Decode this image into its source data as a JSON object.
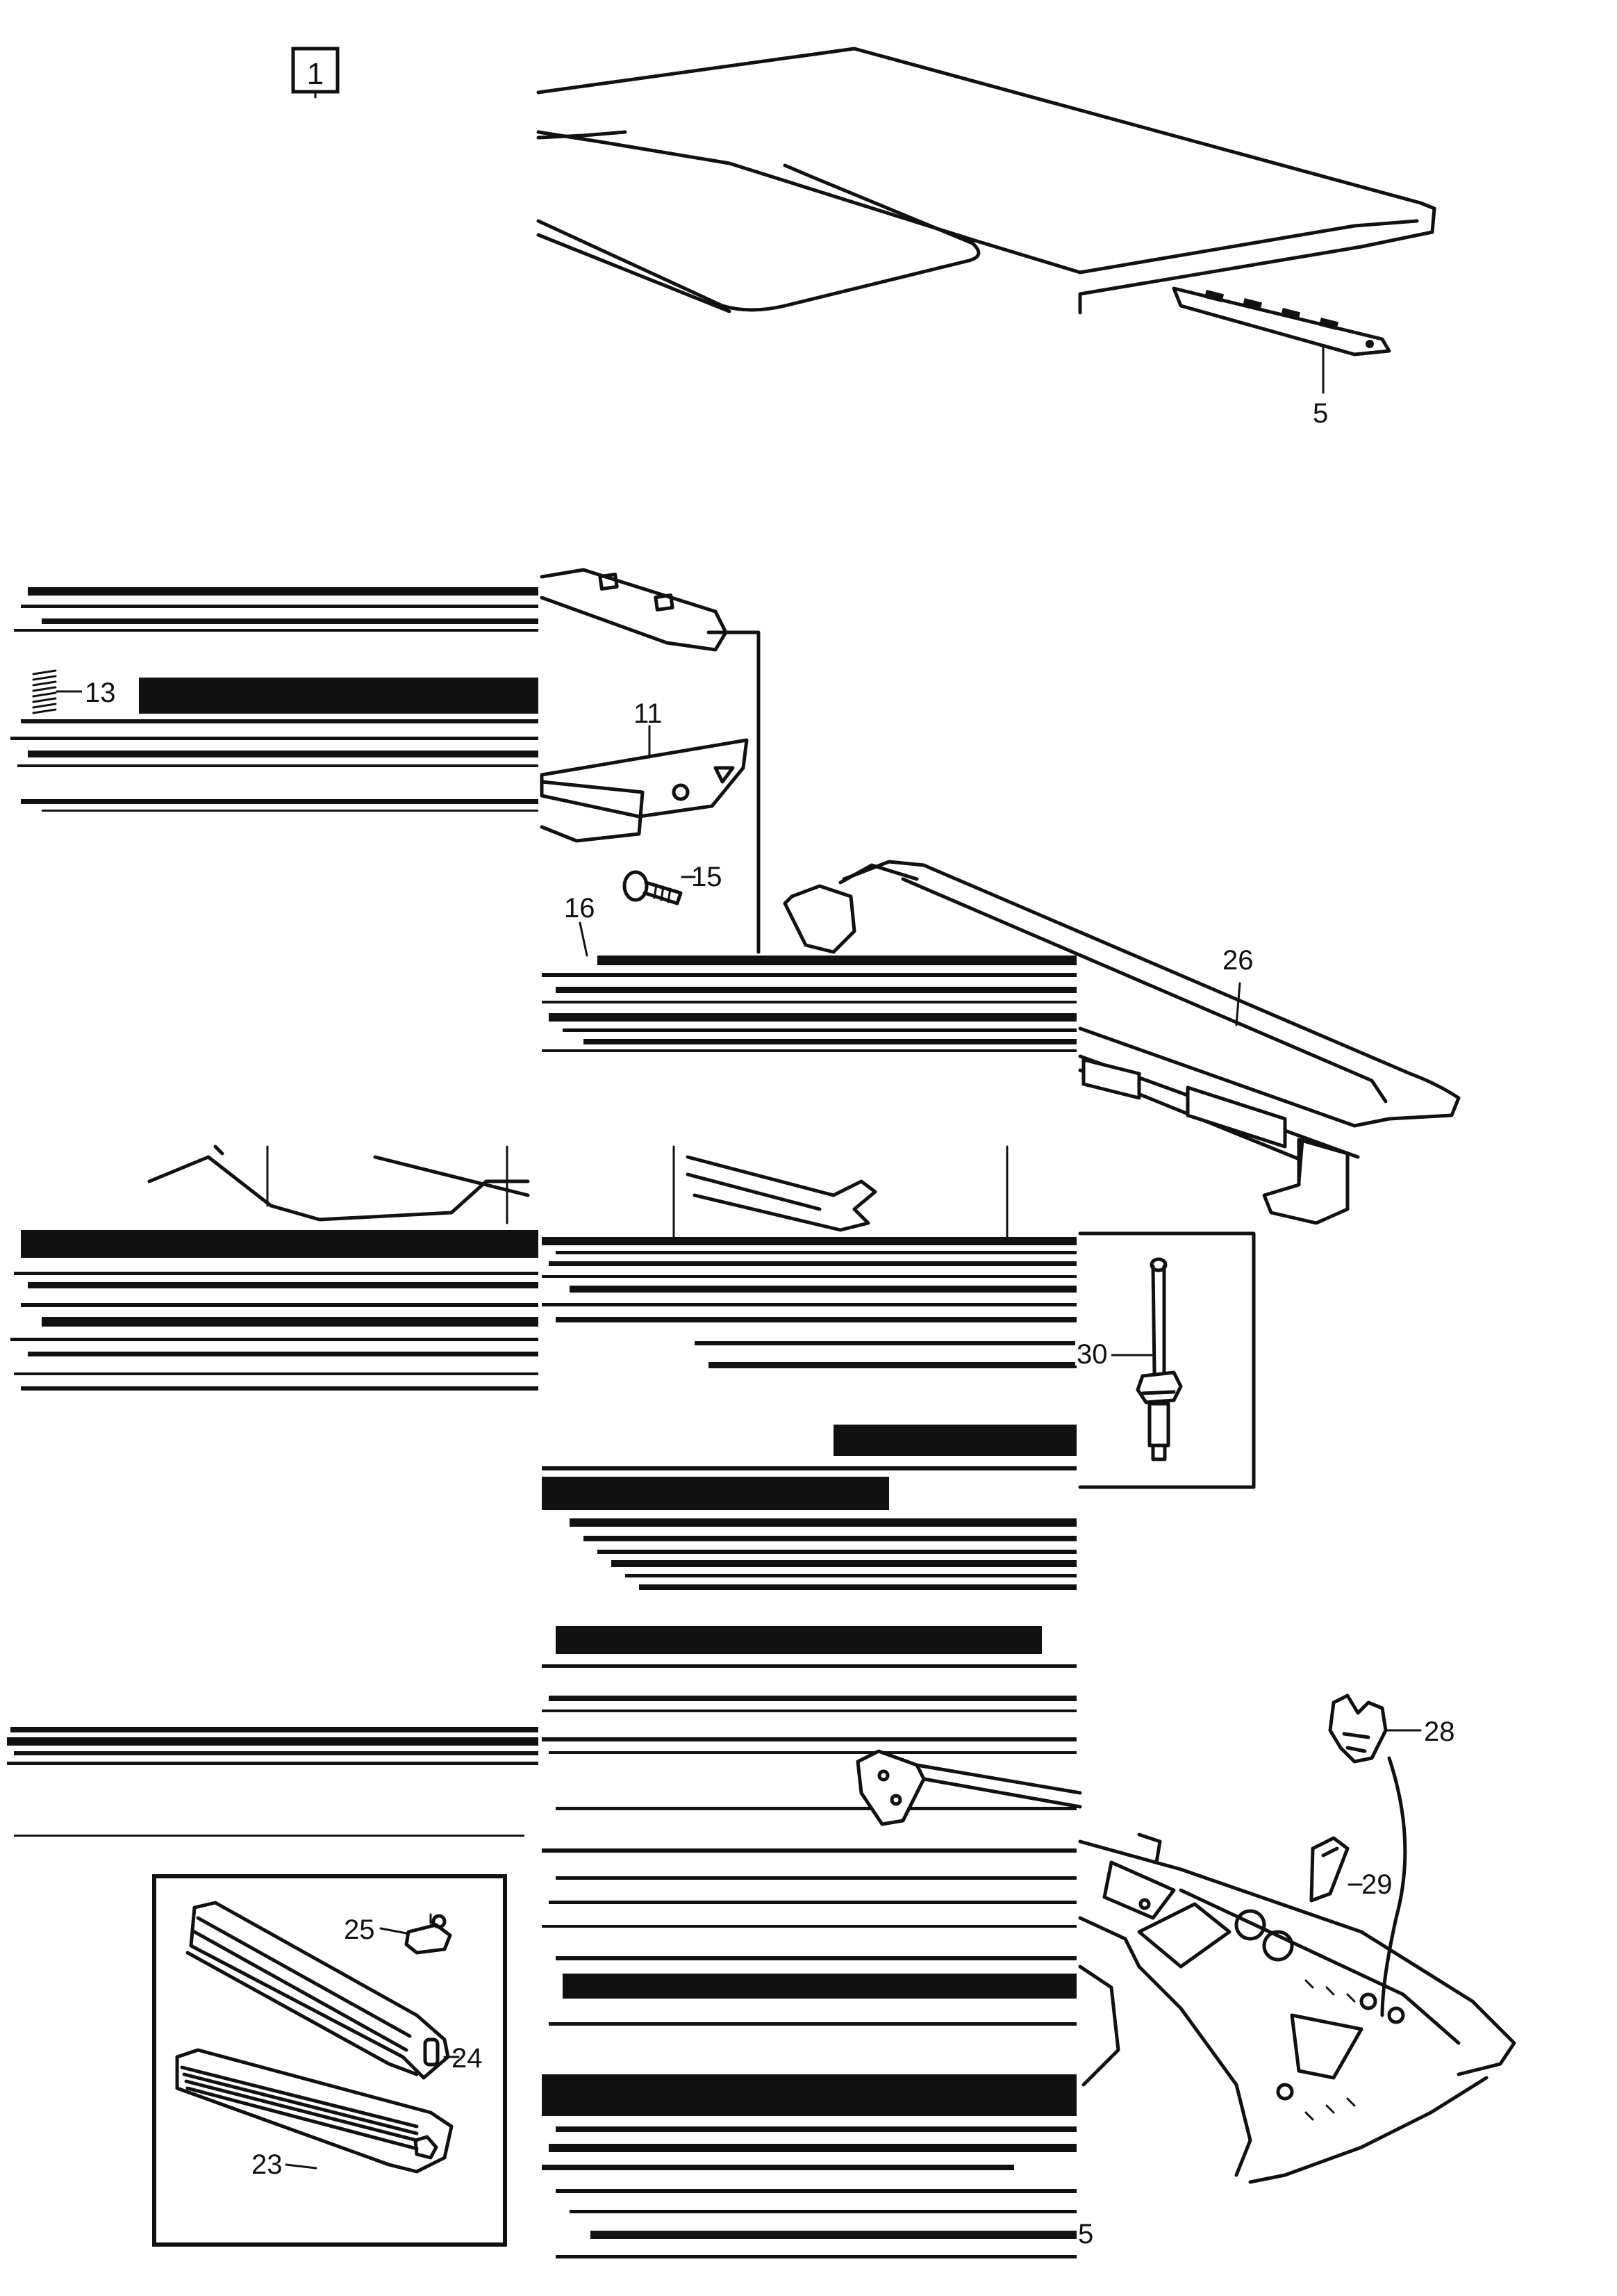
{
  "diagram": {
    "section_badge": "1",
    "callouts": {
      "c5": "5",
      "c11": "11",
      "c13": "13",
      "c15": "15",
      "c16": "16",
      "c23": "23",
      "c24": "24",
      "c25": "25",
      "c26": "26",
      "c28": "28",
      "c29": "29",
      "c30": "30",
      "c5b": "5"
    },
    "parts": [
      "roof-panel",
      "roof-bracket",
      "spring",
      "reinforcement-bracket",
      "screw",
      "windshield-frame-member",
      "rivet",
      "door-seal-strip",
      "seal-clip",
      "seal-strip",
      "retaining-clip",
      "clip",
      "rear-panel"
    ]
  }
}
